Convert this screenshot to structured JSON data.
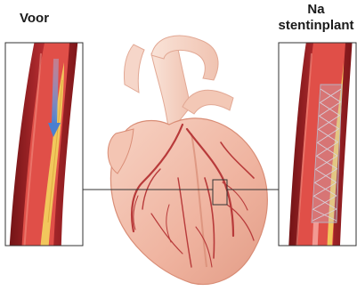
{
  "labels": {
    "before": "Voor",
    "after_line1": "Na",
    "after_line2": "stentinplant"
  },
  "colors": {
    "vessel_wall": "#a8262a",
    "vessel_dark": "#7a1518",
    "lumen": "#e8524a",
    "plaque": "#f2c75c",
    "heart_muscle": "#f1b9a6",
    "heart_light": "#f8dccf",
    "coronary": "#b83a3a",
    "arrow": "#5b8fd6",
    "stent": "#c9c9d6",
    "frame": "#333333"
  }
}
